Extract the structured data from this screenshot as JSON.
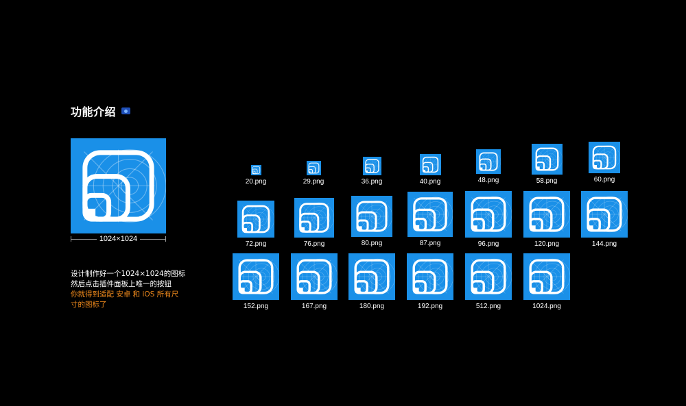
{
  "section": {
    "title": "功能介绍",
    "title_icon": "badge-icon"
  },
  "preview": {
    "size_label": "1024×1024",
    "icon_name": "app-icon"
  },
  "description": {
    "line1": "设计制作好一个1024×1024的图标",
    "line2": "然后点击插件面板上唯一的按钮",
    "line3": "你就得到适配 安卓 和 iOS 所有尺",
    "line4": "寸的图标了"
  },
  "colors": {
    "background": "#000000",
    "icon_blue": "#1a90e8",
    "accent_orange": "#f08a1c"
  },
  "icons": [
    {
      "label": "20.png"
    },
    {
      "label": "29.png"
    },
    {
      "label": "36.png"
    },
    {
      "label": "40.png"
    },
    {
      "label": "48.png"
    },
    {
      "label": "58.png"
    },
    {
      "label": "60.png"
    },
    {
      "label": "72.png"
    },
    {
      "label": "76.png"
    },
    {
      "label": "80.png"
    },
    {
      "label": "87.png"
    },
    {
      "label": "96.png"
    },
    {
      "label": "120.png"
    },
    {
      "label": "144.png"
    },
    {
      "label": "152.png"
    },
    {
      "label": "167.png"
    },
    {
      "label": "180.png"
    },
    {
      "label": "192.png"
    },
    {
      "label": "512.png"
    },
    {
      "label": "1024.png"
    }
  ]
}
